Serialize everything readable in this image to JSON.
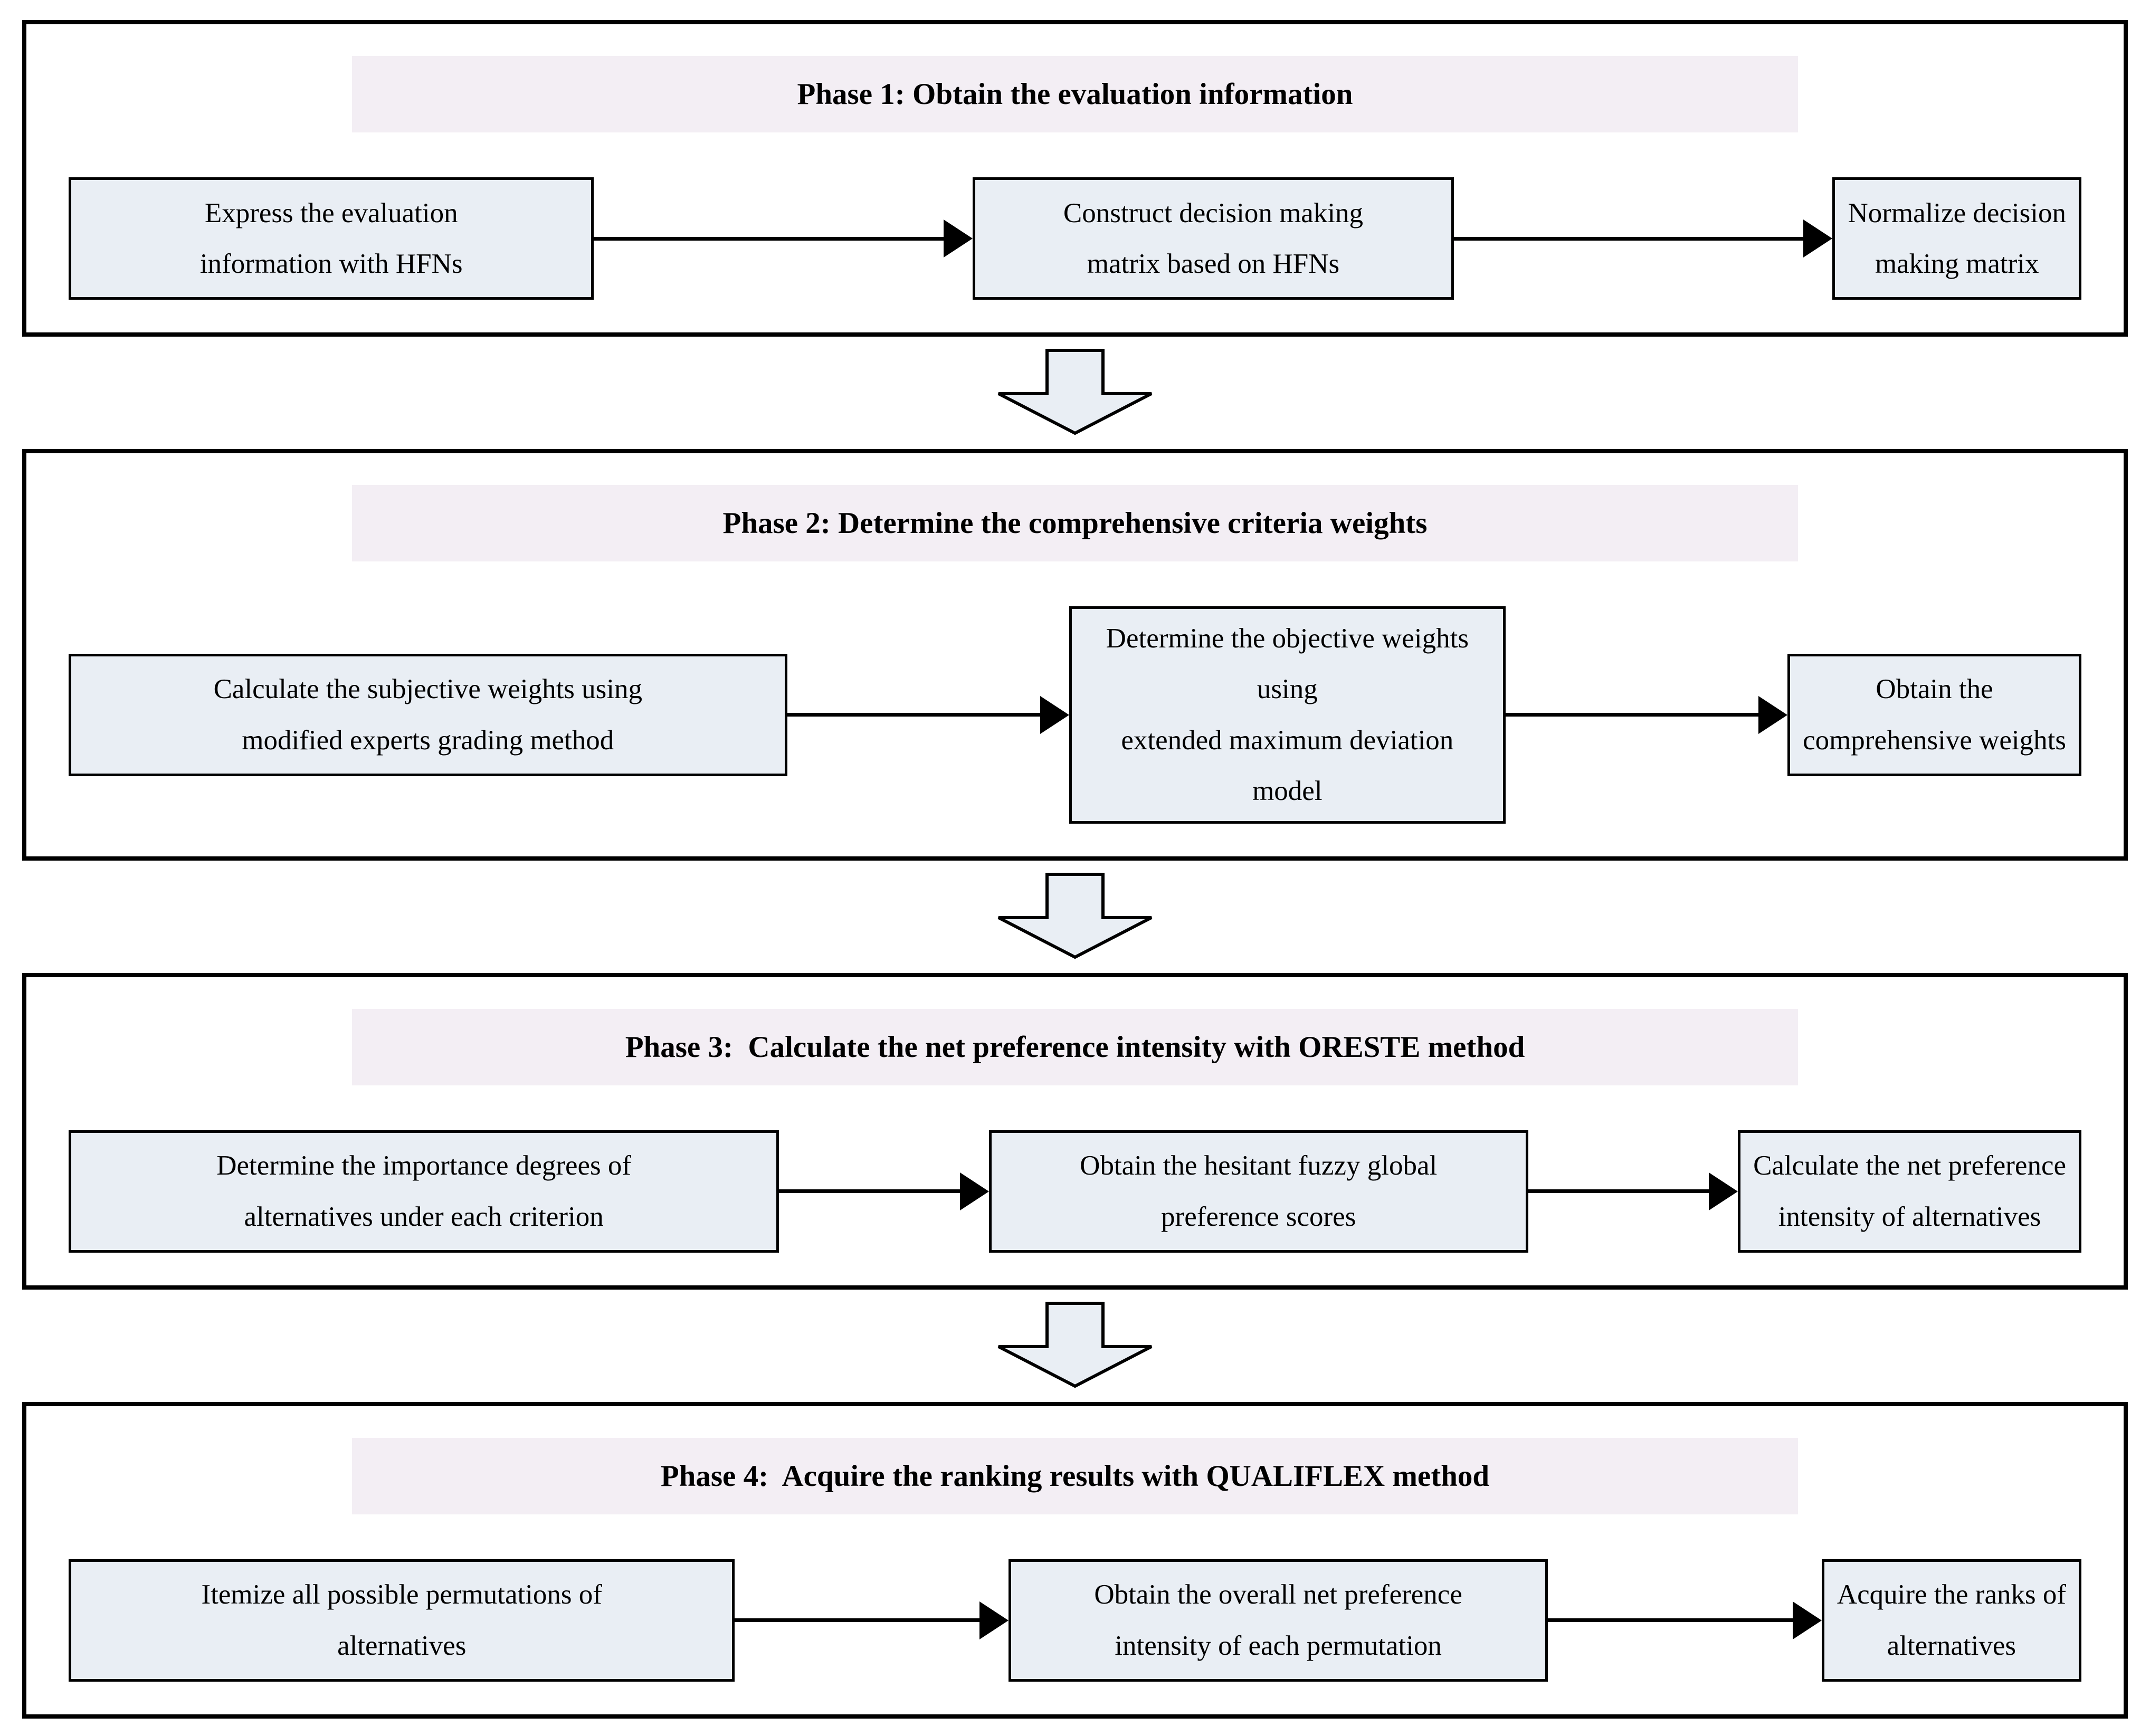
{
  "colors": {
    "phase_title_bg": "#f3eef4",
    "box_bg": "#e9eef4",
    "outline": "#000000",
    "page_bg": "#ffffff"
  },
  "phases": [
    {
      "title": "Phase 1: Obtain the evaluation information",
      "steps": [
        "Express the evaluation\ninformation with HFNs",
        "Construct decision making\nmatrix based on HFNs",
        "Normalize decision\nmaking matrix"
      ]
    },
    {
      "title": "Phase 2: Determine the comprehensive criteria weights",
      "steps": [
        "Calculate the subjective weights using\nmodified experts grading method",
        "Determine the objective weights using\nextended maximum deviation model",
        "Obtain the\ncomprehensive weights"
      ]
    },
    {
      "title": "Phase 3:  Calculate the net preference intensity with ORESTE method",
      "steps": [
        "Determine the importance degrees of\nalternatives under each criterion",
        "Obtain the hesitant fuzzy global\npreference scores",
        "Calculate the net preference\nintensity of alternatives"
      ]
    },
    {
      "title": "Phase 4:  Acquire the ranking results with QUALIFLEX method",
      "steps": [
        "Itemize all possible permutations of\nalternatives",
        "Obtain the overall net preference\nintensity of each permutation",
        "Acquire the ranks of\nalternatives"
      ]
    }
  ]
}
